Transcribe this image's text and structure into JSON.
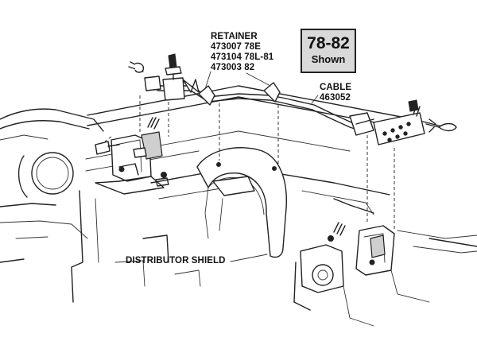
{
  "labels": {
    "retainer_title": "RETAINER",
    "retainer_part_1": "473007 78E",
    "retainer_part_2": "473104 78L-81",
    "retainer_part_3": "473003 82",
    "cable_title": "CABLE",
    "cable_part": "463052",
    "distributor_shield": "DISTRIBUTOR SHIELD"
  },
  "badge": {
    "years": "78-82",
    "caption": "Shown"
  },
  "colors": {
    "line": "#222222",
    "badge_fill": "#d9d9d9",
    "background": "#ffffff"
  }
}
